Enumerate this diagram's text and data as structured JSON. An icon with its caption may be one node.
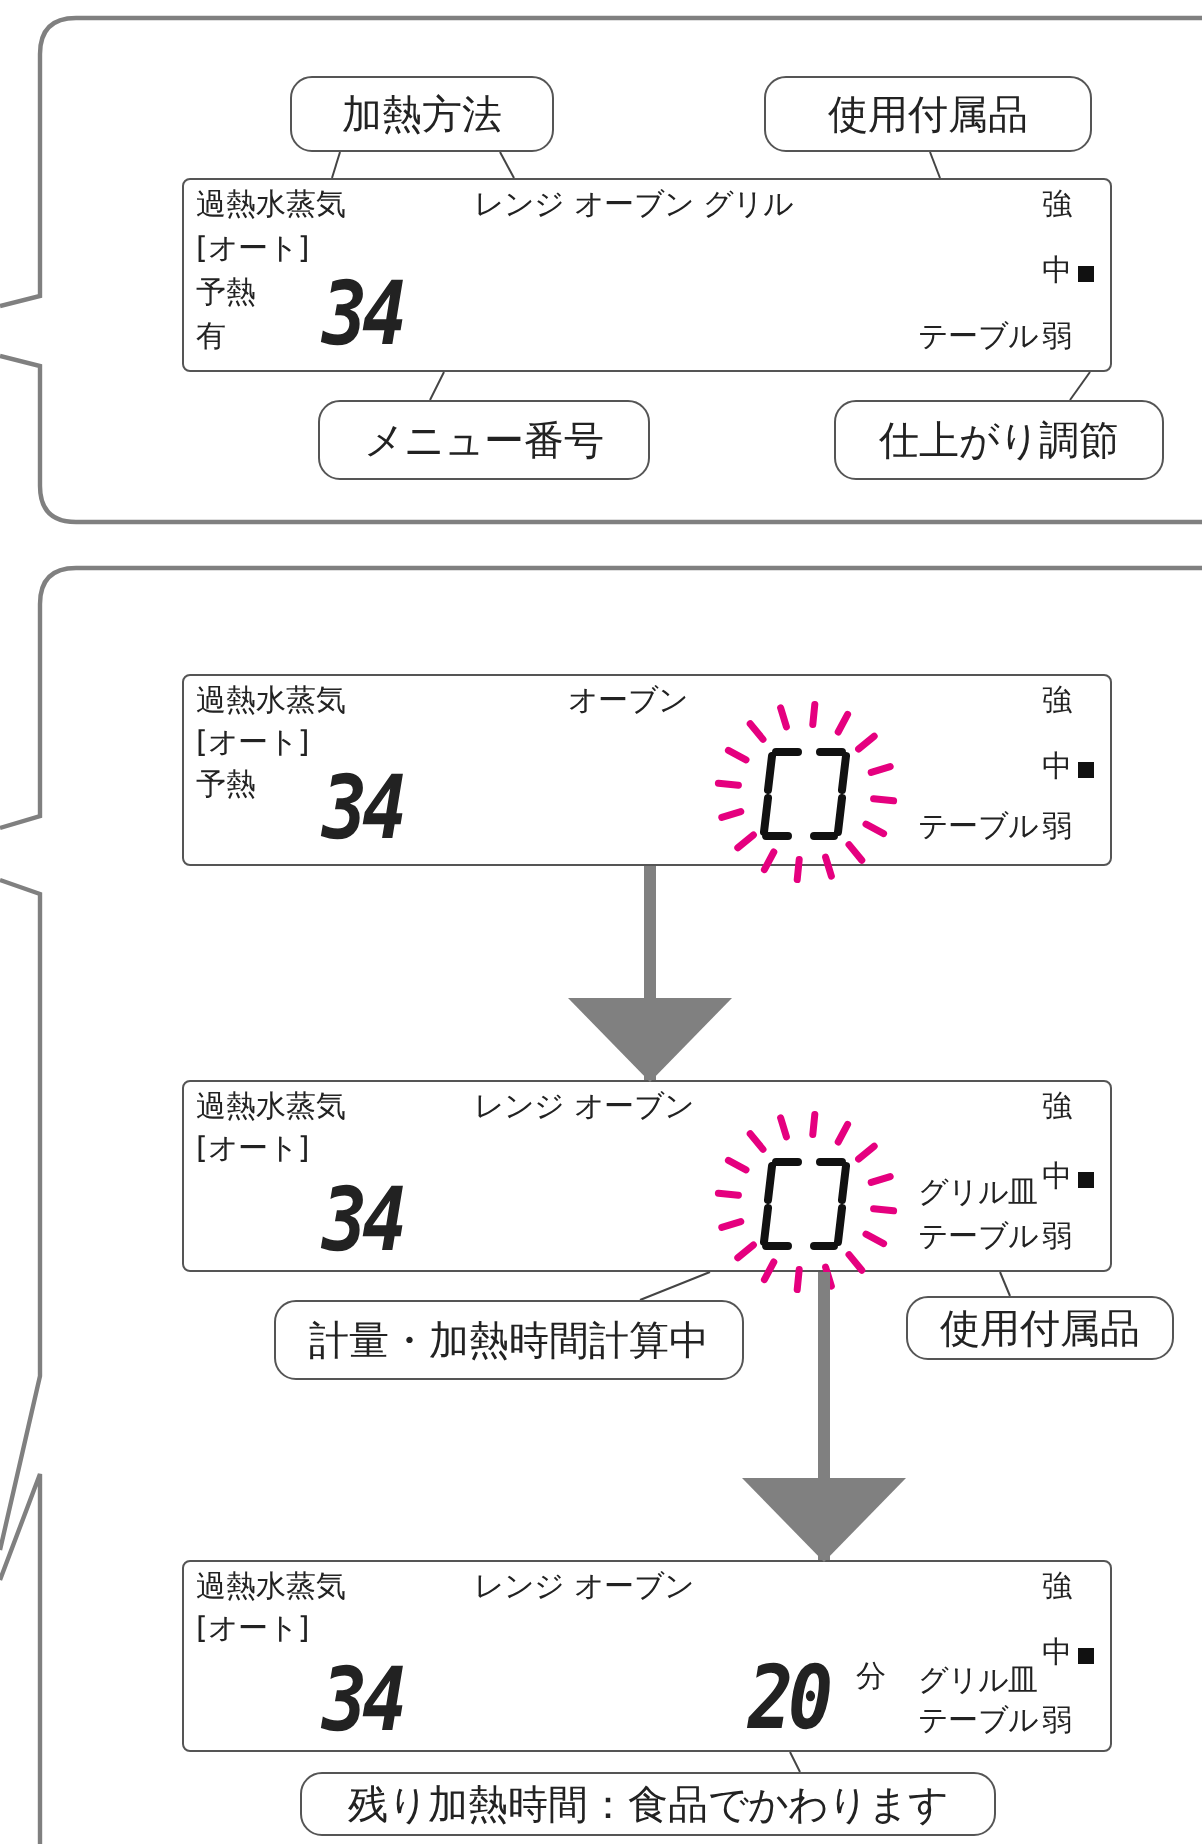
{
  "diagram": {
    "nodes": [
      {
        "text": [],
        "shape": "box"
      },
      {
        "text": [
          "過熱水蒸気",
          "レンジ オーブン グリル",
          "強",
          "[オート]",
          "予熱",
          "中",
          "有",
          "34",
          "テーブル",
          "弱"
        ],
        "in": 0
      },
      {
        "text": [
          "加熱方法"
        ],
        "in": 0
      },
      {
        "text": [
          "使用付属品"
        ],
        "in": 0
      },
      {
        "text": [
          "メニュー番号"
        ],
        "in": 0
      },
      {
        "text": [
          "仕上がり調節"
        ],
        "in": 0
      },
      {
        "text": [],
        "shape": "box"
      },
      {
        "text": [
          "過熱水蒸気",
          "オーブン",
          "強",
          "[オート]",
          "予熱",
          "中",
          "34",
          "テーブル",
          "弱"
        ],
        "in": 6
      },
      {
        "text": [
          "過熱水蒸気",
          "レンジ オーブン",
          "強",
          "[オート]",
          "中",
          "34",
          "グリル皿",
          "テーブル",
          "弱"
        ],
        "in": 6
      },
      {
        "text": [
          "計量・加熱時間計算中"
        ],
        "in": 6
      },
      {
        "text": [
          "使用付属品"
        ],
        "in": 6
      },
      {
        "text": [
          "過熱水蒸気",
          "レンジ オーブン",
          "強",
          "[オート]",
          "中",
          "34",
          "20",
          "分",
          "グリル皿",
          "テーブル",
          "弱"
        ],
        "in": 6
      },
      {
        "text": [
          "残り加熱時間：食品でかわります"
        ],
        "in": 6
      }
    ],
    "edges": [
      {
        "from": 2,
        "to": 1,
        "arrow": "none"
      },
      {
        "from": 2,
        "to": 1,
        "arrow": "none"
      },
      {
        "from": 3,
        "to": 1,
        "arrow": "none"
      },
      {
        "from": 4,
        "to": 1,
        "arrow": "none"
      },
      {
        "from": 5,
        "to": 1,
        "arrow": "none"
      },
      {
        "from": 7,
        "to": 8,
        "arrow": "to",
        "style": "thick",
        "color": "#808080"
      },
      {
        "from": 8,
        "to": 11,
        "arrow": "to",
        "style": "thick",
        "color": "#808080"
      },
      {
        "from": 9,
        "to": 8,
        "arrow": "none"
      },
      {
        "from": 10,
        "to": 8,
        "arrow": "none"
      },
      {
        "from": 12,
        "to": 11,
        "arrow": "none"
      }
    ]
  }
}
